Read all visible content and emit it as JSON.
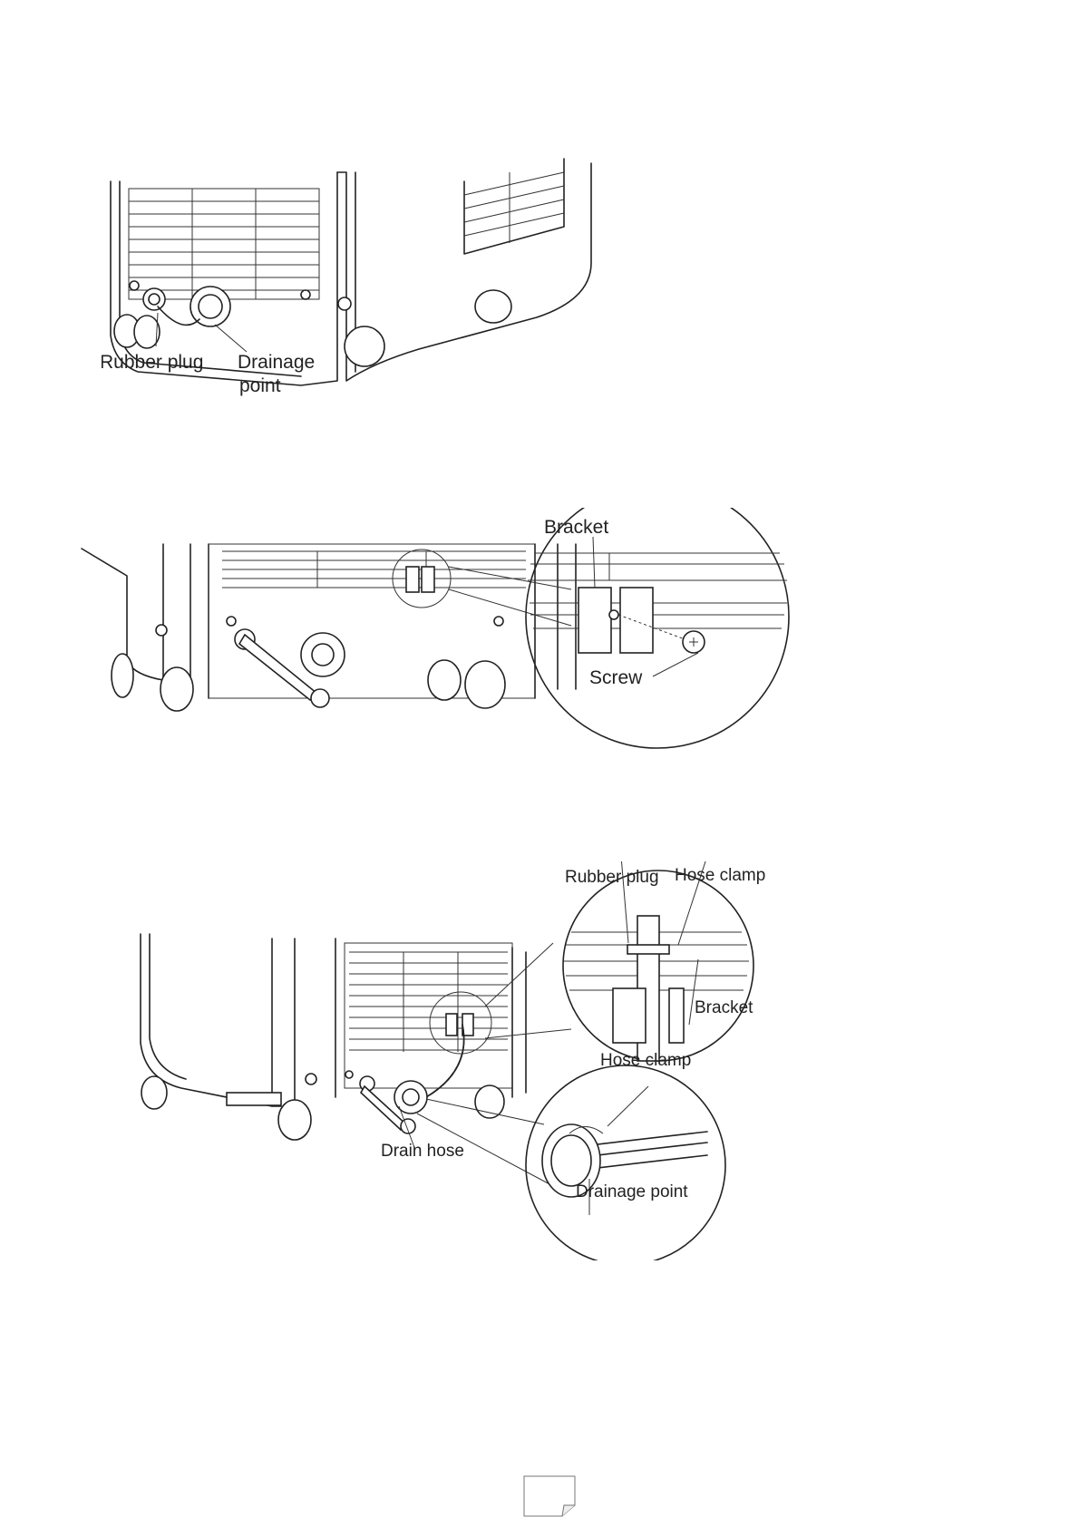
{
  "figures": [
    {
      "labels": {
        "rubber_plug": "Rubber plug",
        "drainage_point_line1": "Drainage",
        "drainage_point_line2": "point"
      }
    },
    {
      "labels": {
        "bracket": "Bracket",
        "screw": "Screw"
      }
    },
    {
      "labels": {
        "rubber_plug": "Rubber plug",
        "hose_clamp_top": "Hose clamp",
        "bracket": "Bracket",
        "hose_clamp_bottom": "Hose clamp",
        "drain_hose": "Drain hose",
        "drainage_point": "Drainage point"
      }
    }
  ],
  "page_number": ""
}
